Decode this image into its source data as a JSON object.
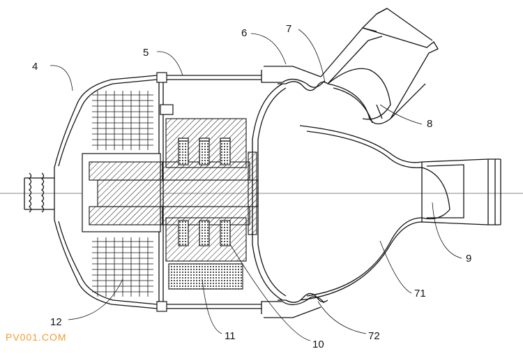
{
  "labels": {
    "l4": "4",
    "l5": "5",
    "l6": "6",
    "l7": "7",
    "l8": "8",
    "l9": "9",
    "l71": "71",
    "l72": "72",
    "l10": "10",
    "l11": "11",
    "l12": "12"
  },
  "watermark": "PV001.COM"
}
